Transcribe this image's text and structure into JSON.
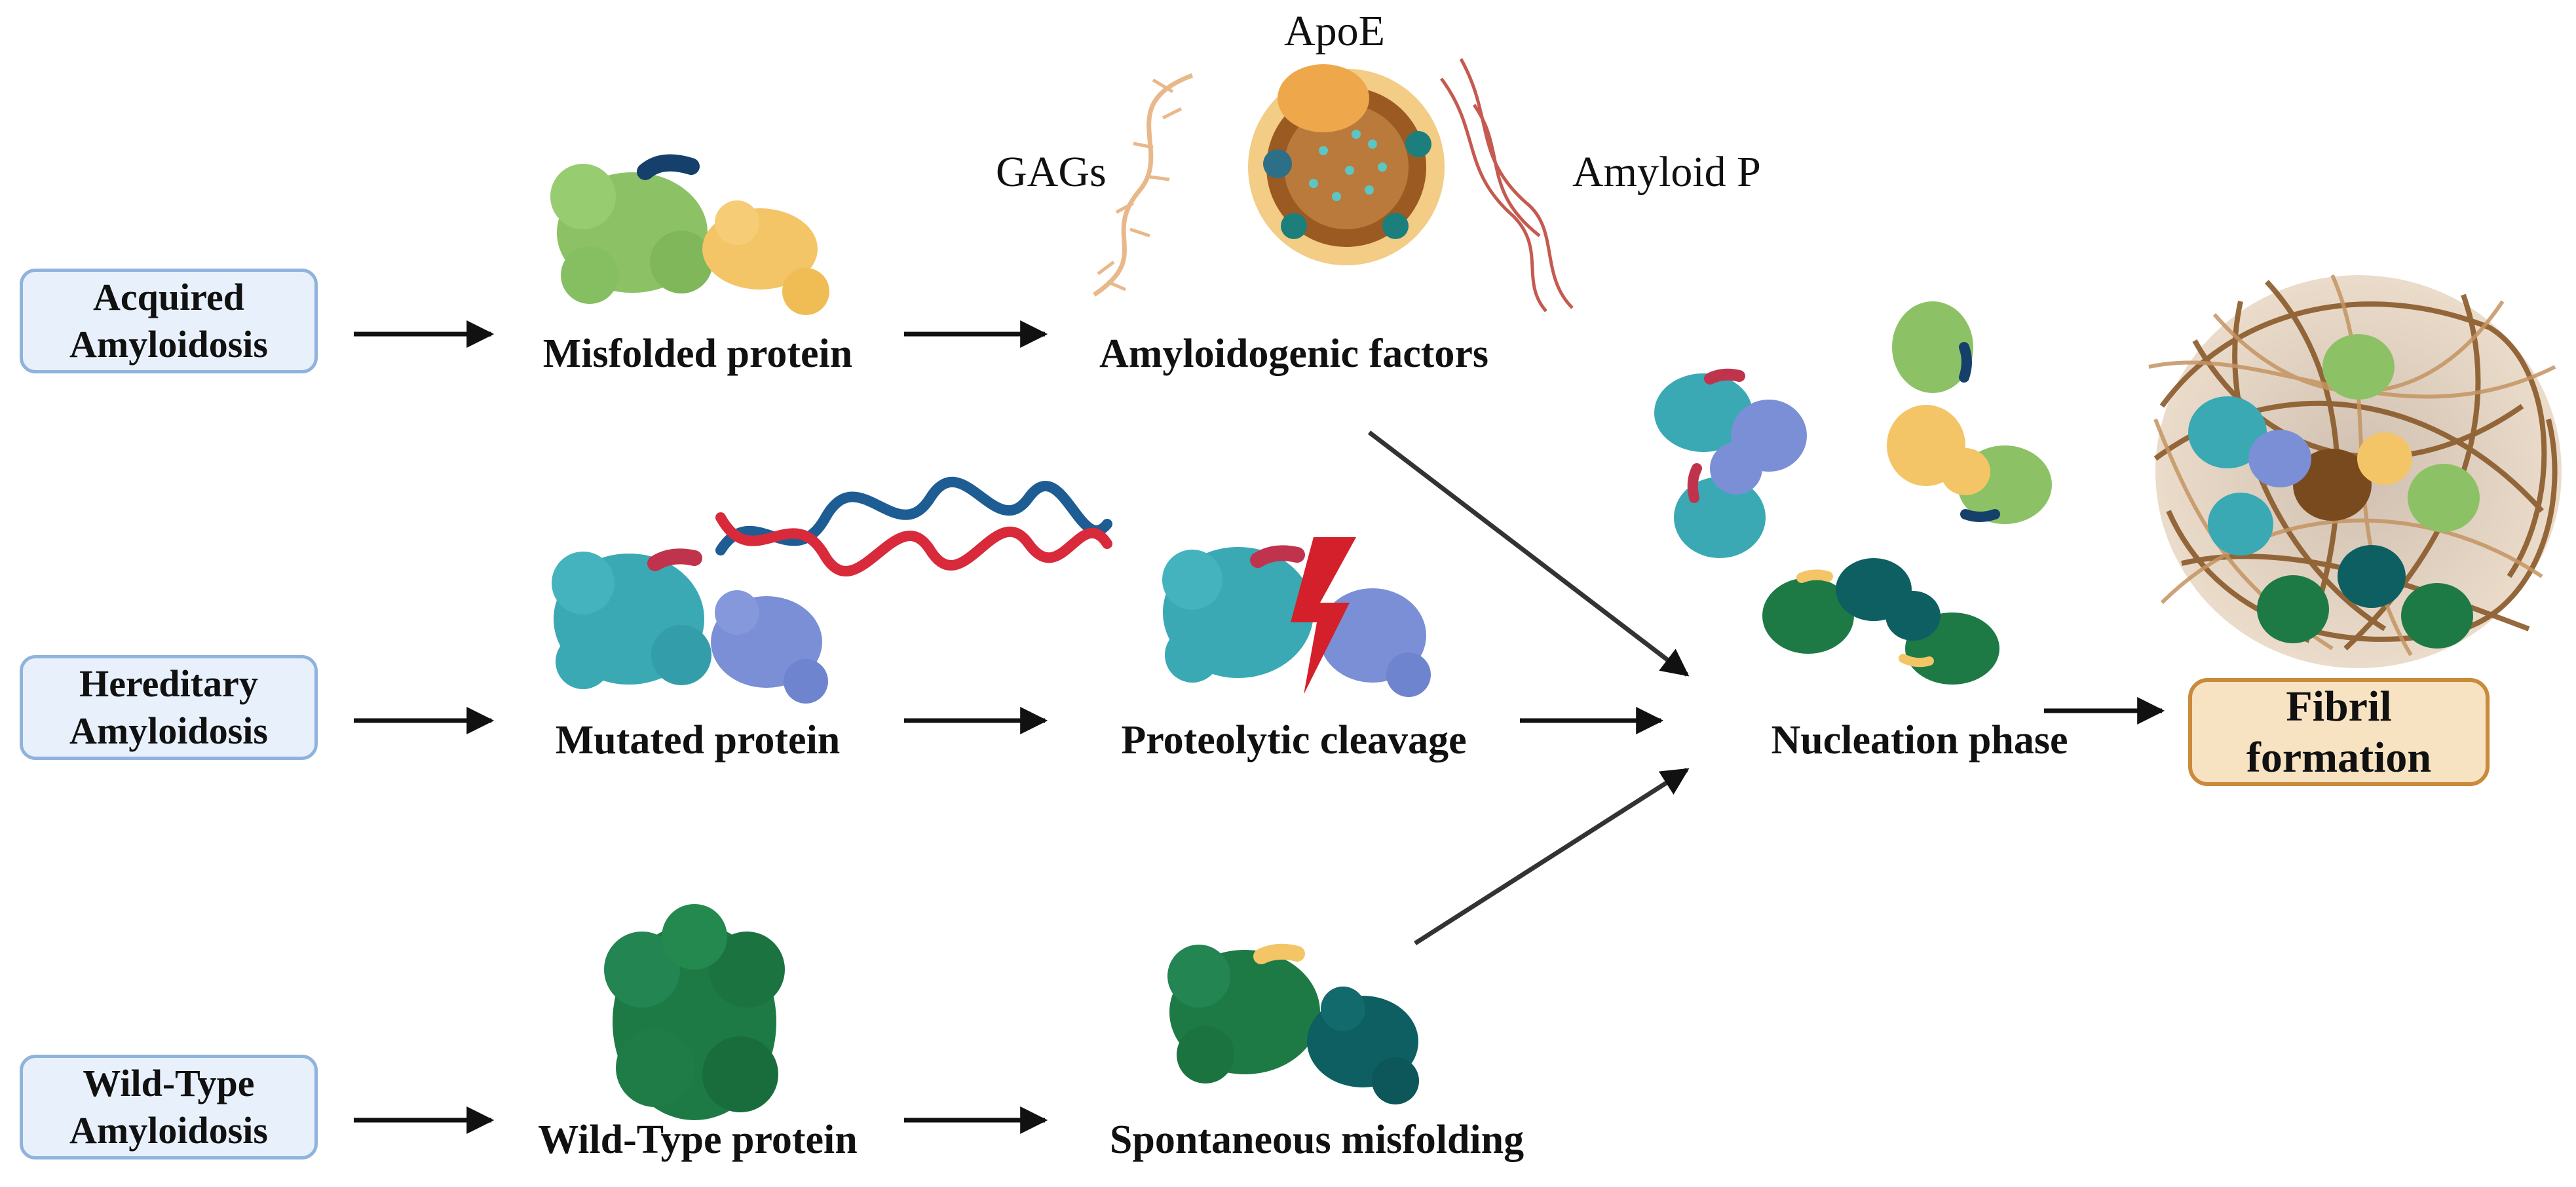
{
  "categories": {
    "acquired": "Acquired\nAmyloidosis",
    "hereditary": "Hereditary\nAmyloidosis",
    "wildtype": "Wild-Type\nAmyloidosis"
  },
  "steps": {
    "misfolded": "Misfolded protein",
    "factors": "Amyloidogenic factors",
    "mutated": "Mutated protein",
    "cleavage": "Proteolytic cleavage",
    "wildtype_protein": "Wild-Type protein",
    "spontaneous": "Spontaneous misfolding",
    "nucleation": "Nucleation phase"
  },
  "factors": {
    "apoe": "ApoE",
    "gags": "GAGs",
    "amyloid_p": "Amyloid P"
  },
  "final": {
    "fibril": "Fibril\nformation"
  },
  "colors": {
    "light_green": "#8cc265",
    "yellow": "#f3c566",
    "teal": "#3aa9b4",
    "periwinkle": "#7a8fd6",
    "dark_green": "#1e7a45",
    "dark_teal": "#0e5f62",
    "navy": "#14406b",
    "crimson": "#c0334d",
    "fibril_brown": "#8a5a2b",
    "category_fill": "#e8f1fb",
    "category_border": "#8fb3dc",
    "fibril_box_fill": "#f7e3c2",
    "fibril_box_border": "#c98a3c"
  }
}
